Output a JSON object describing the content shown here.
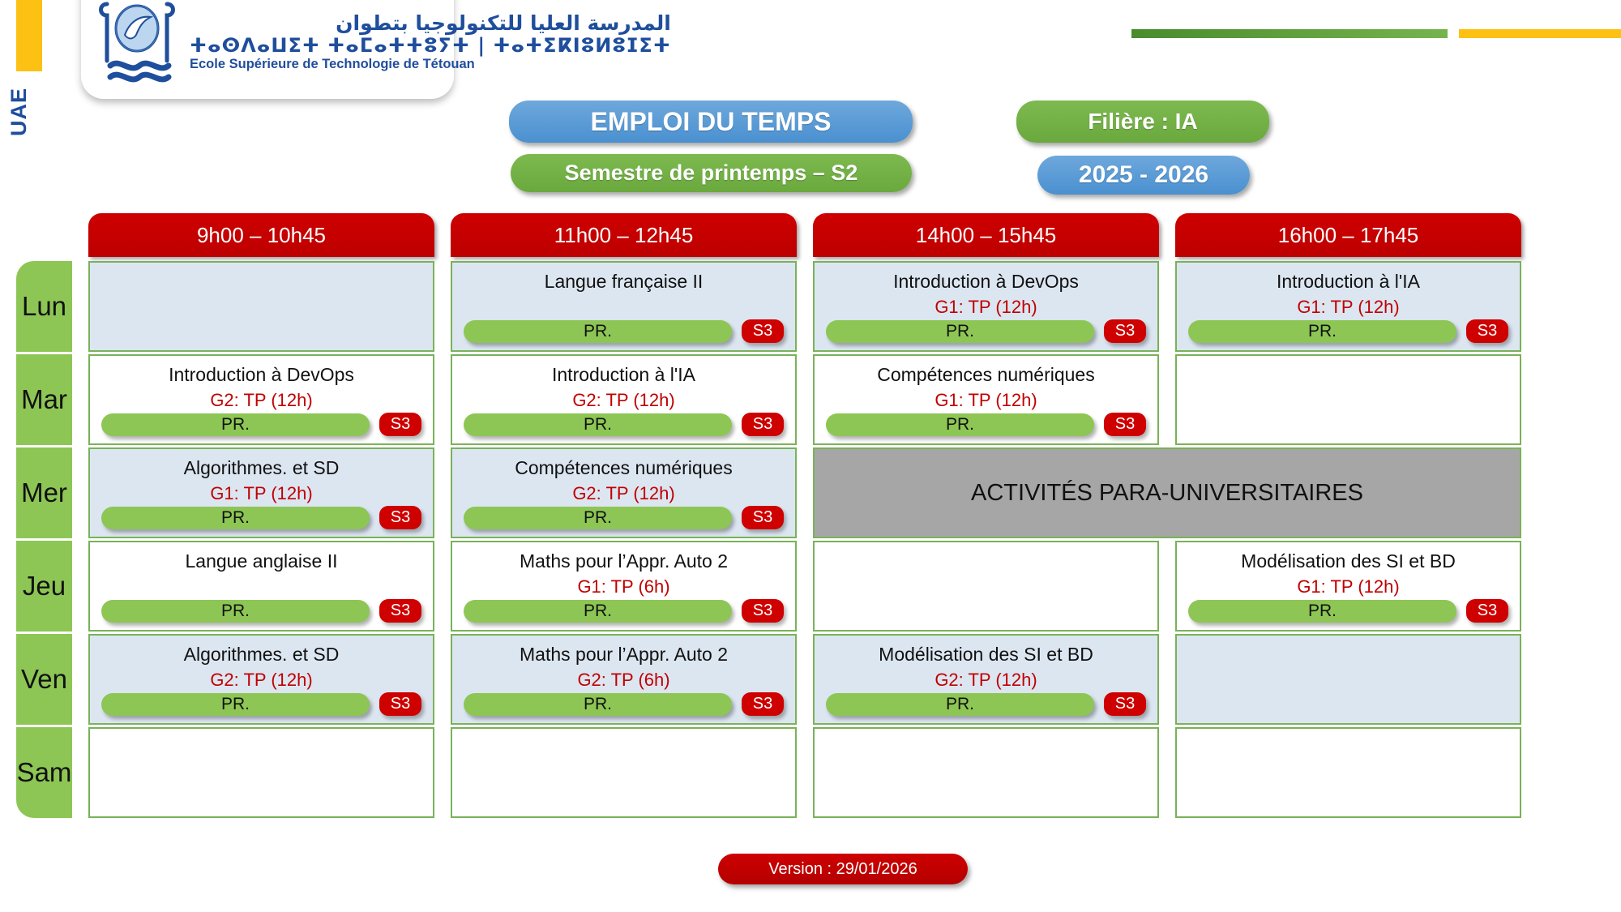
{
  "branding": {
    "university_abbrev": "UAE",
    "school_name_ar": "المدرسة العليا للتكنولوجيا بتطوان",
    "school_name_tifinagh": "ⵜⴰⵙⴷⴰⵡⵉⵜ ⵜⴰⵎⴰⵜⵜⵓⵢⵜ | ⵜⴰⵜⵉⴽⵏⵓⵍⵓⵊⵉⵜ",
    "school_name_fr": "Ecole Supérieure de Technologie de Tétouan",
    "accent_green": "#6AA93E",
    "accent_yellow": "#FDC114",
    "accent_blue": "#1F4E9C",
    "accent_red": "#CE0000"
  },
  "header": {
    "title": "EMPLOI DU TEMPS",
    "semester": "Semestre de printemps – S2",
    "filiere": "Filière : IA",
    "academic_year": "2025 - 2026"
  },
  "time_slots": [
    "9h00 – 10h45",
    "11h00 – 12h45",
    "14h00 – 15h45",
    "16h00 – 17h45"
  ],
  "days": [
    "Lun",
    "Mar",
    "Mer",
    "Jeu",
    "Ven",
    "Sam"
  ],
  "labels": {
    "teacher": "PR.",
    "room": "S3",
    "activity": "ACTIVITÉS PARA-UNIVERSITAIRES"
  },
  "schedule": [
    {
      "day": "Lun",
      "fill": "blue",
      "cells": [
        {
          "course": "",
          "group": "",
          "teacher": "",
          "room": "",
          "empty": true
        },
        {
          "course": "Langue française II",
          "group": "",
          "teacher": "PR.",
          "room": "S3",
          "empty": false
        },
        {
          "course": "Introduction à DevOps",
          "group": "G1: TP (12h)",
          "teacher": "PR.",
          "room": "S3",
          "empty": false
        },
        {
          "course": "Introduction à l'IA",
          "group": "G1: TP (12h)",
          "teacher": "PR.",
          "room": "S3",
          "empty": false
        }
      ]
    },
    {
      "day": "Mar",
      "fill": "white",
      "cells": [
        {
          "course": "Introduction à DevOps",
          "group": "G2: TP (12h)",
          "teacher": "PR.",
          "room": "S3",
          "empty": false
        },
        {
          "course": "Introduction à l'IA",
          "group": "G2: TP (12h)",
          "teacher": "PR.",
          "room": "S3",
          "empty": false
        },
        {
          "course": "Compétences numériques",
          "group": "G1: TP (12h)",
          "teacher": "PR.",
          "room": "S3",
          "empty": false
        },
        {
          "course": "",
          "group": "",
          "teacher": "",
          "room": "",
          "empty": true
        }
      ]
    },
    {
      "day": "Mer",
      "fill": "blue",
      "cells": [
        {
          "course": "Algorithmes. et SD",
          "group": "G1: TP (12h)",
          "teacher": "PR.",
          "room": "S3",
          "empty": false
        },
        {
          "course": "Compétences numériques",
          "group": "G2: TP (12h)",
          "teacher": "PR.",
          "room": "S3",
          "empty": false
        },
        {
          "course": "ACTIVITÉS PARA-UNIVERSITAIRES",
          "group": "",
          "teacher": "",
          "room": "",
          "empty": false,
          "activity": true,
          "span": 2
        }
      ]
    },
    {
      "day": "Jeu",
      "fill": "white",
      "cells": [
        {
          "course": "Langue anglaise II",
          "group": "",
          "teacher": "PR.",
          "room": "S3",
          "empty": false
        },
        {
          "course": "Maths pour l’Appr. Auto 2",
          "group": "G1: TP (6h)",
          "teacher": "PR.",
          "room": "S3",
          "empty": false
        },
        {
          "course": "",
          "group": "",
          "teacher": "",
          "room": "",
          "empty": true
        },
        {
          "course": "Modélisation des SI et BD",
          "group": "G1: TP (12h)",
          "teacher": "PR.",
          "room": "S3",
          "empty": false
        }
      ]
    },
    {
      "day": "Ven",
      "fill": "blue",
      "cells": [
        {
          "course": "Algorithmes. et SD",
          "group": "G2: TP (12h)",
          "teacher": "PR.",
          "room": "S3",
          "empty": false
        },
        {
          "course": "Maths pour l’Appr. Auto 2",
          "group": "G2: TP (6h)",
          "teacher": "PR.",
          "room": "S3",
          "empty": false
        },
        {
          "course": "Modélisation des SI et BD",
          "group": "G2: TP (12h)",
          "teacher": "PR.",
          "room": "S3",
          "empty": false
        },
        {
          "course": "",
          "group": "",
          "teacher": "",
          "room": "",
          "empty": true
        }
      ]
    },
    {
      "day": "Sam",
      "fill": "white",
      "cells": [
        {
          "course": "",
          "group": "",
          "teacher": "",
          "room": "",
          "empty": true
        },
        {
          "course": "",
          "group": "",
          "teacher": "",
          "room": "",
          "empty": true
        },
        {
          "course": "",
          "group": "",
          "teacher": "",
          "room": "",
          "empty": true
        },
        {
          "course": "",
          "group": "",
          "teacher": "",
          "room": "",
          "empty": true
        }
      ]
    }
  ],
  "footer": {
    "version": "Version : 29/01/2026"
  }
}
